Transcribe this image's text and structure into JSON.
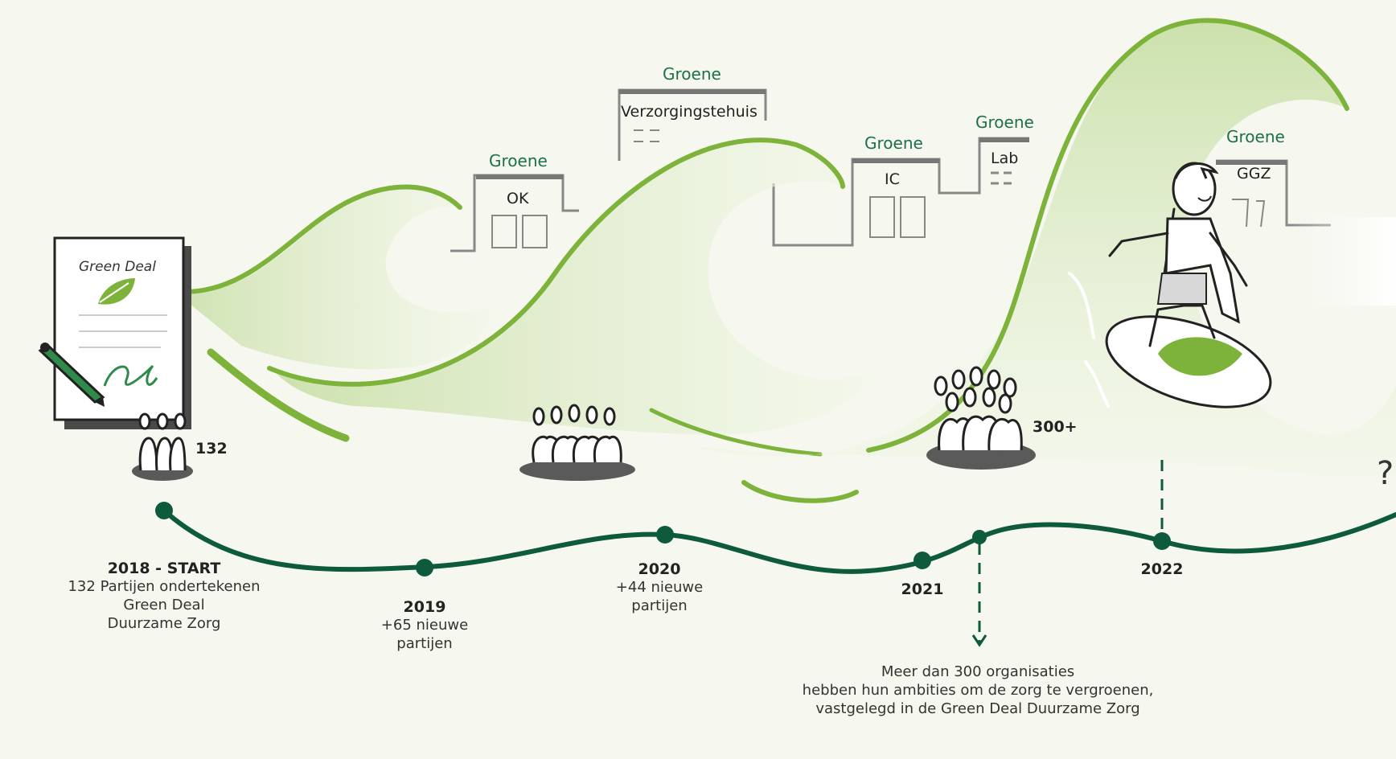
{
  "document": {
    "label": "Green Deal"
  },
  "buildings": [
    {
      "id": "ok",
      "prefix": "Groene",
      "name": "OK"
    },
    {
      "id": "verzorgingstehuis",
      "prefix": "Groene",
      "name": "Verzorgingstehuis"
    },
    {
      "id": "ic",
      "prefix": "Groene",
      "name": "IC"
    },
    {
      "id": "lab",
      "prefix": "Groene",
      "name": "Lab"
    },
    {
      "id": "ggz",
      "prefix": "Groene",
      "name": "GGZ"
    }
  ],
  "counts": {
    "start": "132",
    "later": "300+"
  },
  "timeline": [
    {
      "year": "2018 - START",
      "lines": [
        "132 Partijen ondertekenen",
        "Green Deal",
        "Duurzame Zorg"
      ]
    },
    {
      "year": "2019",
      "lines": [
        "+65 nieuwe",
        "partijen"
      ]
    },
    {
      "year": "2020",
      "lines": [
        "+44 nieuwe",
        "partijen"
      ]
    },
    {
      "year": "2021",
      "lines": []
    },
    {
      "year": "2022",
      "lines": []
    }
  ],
  "callout": {
    "lines": [
      "Meer dan 300 organisaties",
      "hebben hun ambities om de zorg te vergroenen,",
      "vastgelegd in de Green Deal Duurzame Zorg"
    ]
  },
  "future_mark": "?",
  "colors": {
    "wave_green": "#7db33a",
    "wave_fill": "#dfeccd",
    "timeline": "#0e5a3c",
    "label_green": "#1e7048",
    "building_stroke": "#888888",
    "shadow": "#5a5a5a"
  },
  "icons": {
    "document": "signed-document-icon",
    "pen": "pen-icon",
    "leaf": "leaf-icon",
    "people": "people-group-icon",
    "surfer": "surfer-icon"
  }
}
